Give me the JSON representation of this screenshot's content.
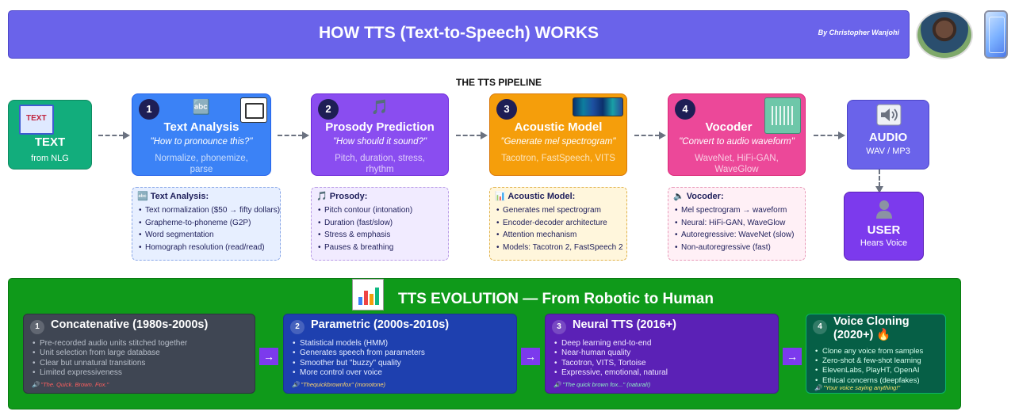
{
  "header": {
    "title": "HOW TTS (Text-to-Speech) WORKS",
    "author": "By Christopher Wanjohi"
  },
  "pipeline": {
    "title": "THE TTS PIPELINE",
    "text_box": {
      "icon_label": "TEXT",
      "title": "TEXT",
      "subtitle": "from NLG"
    },
    "stages": [
      {
        "num": "1",
        "emoji": "🔤",
        "title": "Text Analysis",
        "question": "\"How to pronounce this?\"",
        "sub": "Normalize, phonemize, parse"
      },
      {
        "num": "2",
        "emoji": "🎵",
        "title": "Prosody Prediction",
        "question": "\"How should it sound?\"",
        "sub": "Pitch, duration, stress, rhythm"
      },
      {
        "num": "3",
        "emoji": "",
        "title": "Acoustic Model",
        "question": "\"Generate mel spectrogram\"",
        "sub": "Tacotron, FastSpeech, VITS"
      },
      {
        "num": "4",
        "emoji": "",
        "title": "Vocoder",
        "question": "\"Convert to audio waveform\"",
        "sub": "WaveNet, HiFi-GAN, WaveGlow"
      }
    ],
    "audio_box": {
      "title": "AUDIO",
      "subtitle": "WAV / MP3"
    },
    "user_box": {
      "title": "USER",
      "subtitle": "Hears Voice"
    }
  },
  "details": [
    {
      "title": "🔤 Text Analysis:",
      "items": [
        "Text normalization ($50 → fifty dollars)",
        "Grapheme-to-phoneme (G2P)",
        "Word segmentation",
        "Homograph resolution (read/read)"
      ]
    },
    {
      "title": "🎵 Prosody:",
      "items": [
        "Pitch contour (intonation)",
        "Duration (fast/slow)",
        "Stress & emphasis",
        "Pauses & breathing"
      ]
    },
    {
      "title": "📊 Acoustic Model:",
      "items": [
        "Generates mel spectrogram",
        "Encoder-decoder architecture",
        "Attention mechanism",
        "Models: Tacotron 2, FastSpeech 2"
      ]
    },
    {
      "title": "🔈 Vocoder:",
      "items": [
        "Mel spectrogram → waveform",
        "Neural: HiFi-GAN, WaveGlow",
        "Autoregressive: WaveNet (slow)",
        "Non-autoregressive (fast)"
      ]
    }
  ],
  "evolution": {
    "title": "TTS EVOLUTION — From Robotic to Human",
    "arrow_symbol": "→",
    "eras": [
      {
        "num": "1",
        "title": "Concatenative (1980s-2000s)",
        "items": [
          "Pre-recorded audio units stitched together",
          "Unit selection from large database",
          "Clear but unnatural transitions",
          "Limited expressiveness"
        ],
        "sample": "🔊 \"The. Quick. Brown. Fox.\""
      },
      {
        "num": "2",
        "title": "Parametric (2000s-2010s)",
        "items": [
          "Statistical models (HMM)",
          "Generates speech from parameters",
          "Smoother but \"buzzy\" quality",
          "More control over voice"
        ],
        "sample": "🔊 \"Thequickbrownfox\" (monotone)"
      },
      {
        "num": "3",
        "title": "Neural TTS (2016+)",
        "items": [
          "Deep learning end-to-end",
          "Near-human quality",
          "Tacotron, VITS, Tortoise",
          "Expressive, emotional, natural"
        ],
        "sample": "🔊 \"The quick brown fox...\" (natural!)"
      },
      {
        "num": "4",
        "title": "Voice Cloning (2020+) 🔥",
        "items": [
          "Clone any voice from samples",
          "Zero-shot & few-shot learning",
          "ElevenLabs, PlayHT, OpenAI",
          "Ethical concerns (deepfakes)"
        ],
        "sample": "🔊 \"Your voice saying anything!\""
      }
    ]
  },
  "colors": {
    "header": "#6a63ea",
    "text_box": "#12ad7c",
    "stage1": "#3b82f6",
    "stage2": "#8a4df0",
    "stage3": "#f59e0b",
    "stage4": "#ec4899",
    "evolution_bg": "#0f9a1a"
  }
}
